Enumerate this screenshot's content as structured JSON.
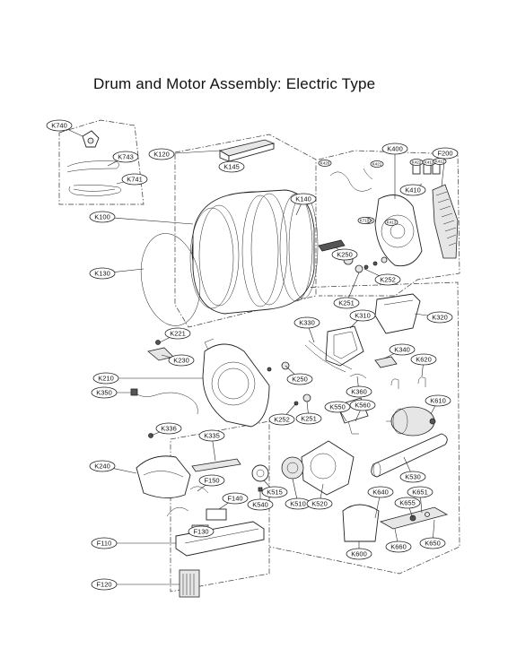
{
  "title": "Drum and Motor Assembly: Electric Type",
  "labels": [
    "K740",
    "K743",
    "K741",
    "K120",
    "K145",
    "K140",
    "K100",
    "K130",
    "K221",
    "K230",
    "K210",
    "K350",
    "K336",
    "K335",
    "K240",
    "F150",
    "F140",
    "F130",
    "F110",
    "F120",
    "K400",
    "F200",
    "K410",
    "K250",
    "K252",
    "K251",
    "K320",
    "K310",
    "K330",
    "K340",
    "K620",
    "K360",
    "K610",
    "K550",
    "K560",
    "K530",
    "K640",
    "K651",
    "K655",
    "K660",
    "K650",
    "K600",
    "K515",
    "K540",
    "K510",
    "K520",
    "K221 small"
  ],
  "small_labels": [
    "K420",
    "K421",
    "K422",
    "K411",
    "K412",
    "K413",
    "K414",
    "K710"
  ]
}
